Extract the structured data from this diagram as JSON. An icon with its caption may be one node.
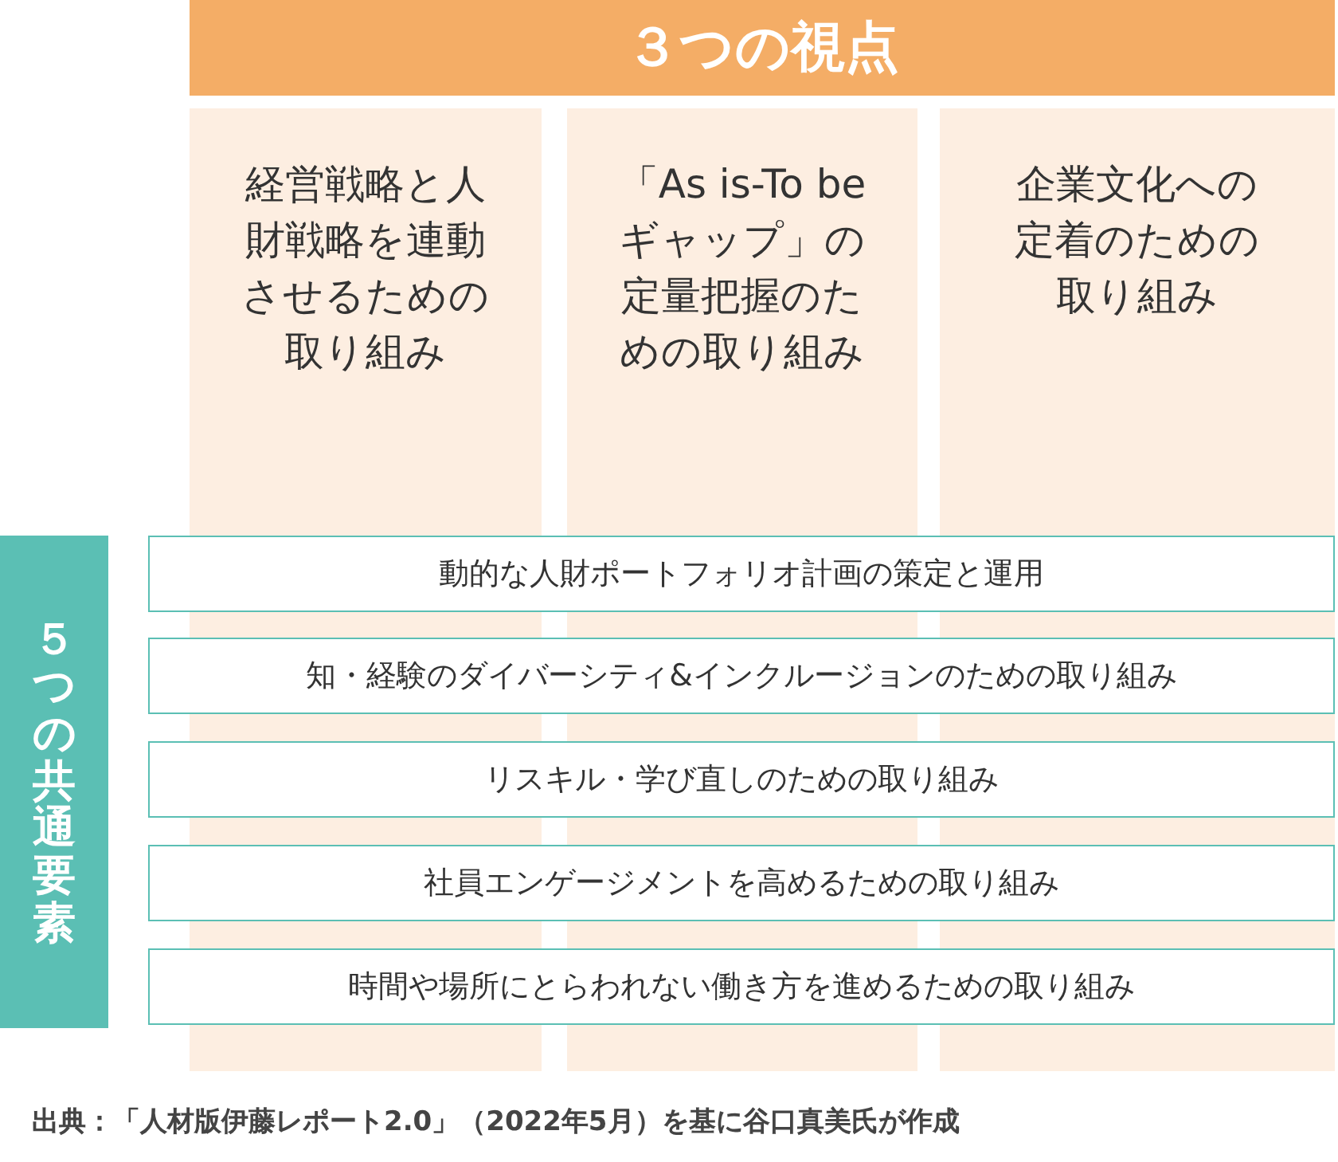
{
  "diagram": {
    "caption": "出典：「人材版伊藤レポート2.0」（2022年5月）を基に谷口真美氏が作成",
    "nodes": [
      {
        "text": [
          "３つの視点"
        ]
      },
      {
        "text": [
          "経営戦略と人財戦略を連動させるための取り組み"
        ]
      },
      {
        "text": [
          "「As is-To be ギャップ」の定量把握のための取り組み"
        ]
      },
      {
        "text": [
          "企業文化への定着のための取り組み"
        ]
      },
      {
        "text": [
          "５つの共通要素"
        ]
      },
      {
        "text": [
          "動的な人財ポートフォリオ計画の策定と運用"
        ]
      },
      {
        "text": [
          "知・経験のダイバーシティ&インクルージョンのための取り組み"
        ]
      },
      {
        "text": [
          "リスキル・学び直しのための取り組み"
        ]
      },
      {
        "text": [
          "社員エンゲージメントを高めるための取り組み"
        ]
      },
      {
        "text": [
          "時間や場所にとらわれない働き方を進めるための取り組み"
        ]
      }
    ]
  }
}
